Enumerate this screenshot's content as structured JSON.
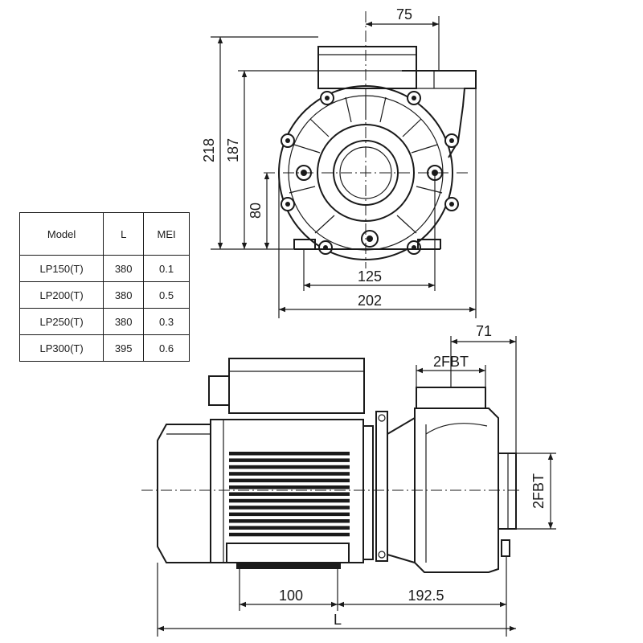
{
  "table": {
    "headers": [
      "Model",
      "L",
      "MEI"
    ],
    "rows": [
      [
        "LP150(T)",
        "380",
        "0.1"
      ],
      [
        "LP200(T)",
        "380",
        "0.5"
      ],
      [
        "LP250(T)",
        "380",
        "0.3"
      ],
      [
        "LP300(T)",
        "395",
        "0.6"
      ]
    ]
  },
  "dimensions": {
    "d75": "75",
    "d218": "218",
    "d187": "187",
    "d80": "80",
    "d125": "125",
    "d202": "202",
    "d71": "71",
    "inlet_thread": "2FBT",
    "outlet_thread": "2FBT",
    "d100": "100",
    "d192_5": "192.5",
    "length": "L"
  },
  "colors": {
    "line": "#1a1a1a",
    "background": "#ffffff"
  }
}
